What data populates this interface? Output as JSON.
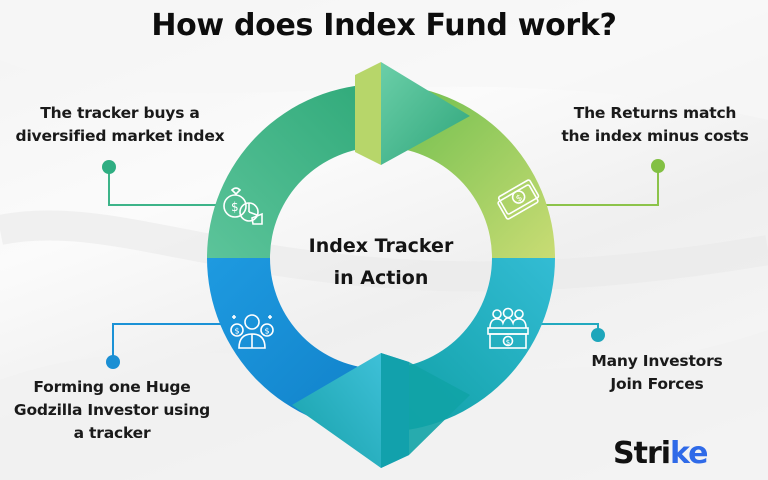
{
  "title": "How does Index Fund work?",
  "center": {
    "line1": "Index Tracker",
    "line2": "in Action"
  },
  "steps": [
    {
      "position": "top-left",
      "lines": [
        "The tracker buys a",
        "diversified market index"
      ],
      "icon": "money-bag-pie-chart-icon",
      "color": "#3db489"
    },
    {
      "position": "top-right",
      "lines": [
        "The Returns match",
        "the index minus costs"
      ],
      "icon": "cash-banknote-icon",
      "color": "#8cc34a"
    },
    {
      "position": "bottom-right",
      "lines": [
        "Many Investors",
        "Join Forces"
      ],
      "icon": "investors-group-cash-icon",
      "color": "#22a9bf"
    },
    {
      "position": "bottom-left",
      "lines": [
        "Forming one Huge",
        "Godzilla Investor using",
        "a tracker"
      ],
      "icon": "investor-with-coins-icon",
      "color": "#1b92d6"
    }
  ],
  "colors": {
    "top_left_segment": "#3db489",
    "top_right_segment": "#9ccc5a",
    "bottom_right_segment": "#22aec0",
    "bottom_left_segment": "#1a93d8",
    "brand_accent": "#2f6ae8"
  },
  "logo": {
    "text_main": "Stri",
    "text_accent": "ke"
  }
}
